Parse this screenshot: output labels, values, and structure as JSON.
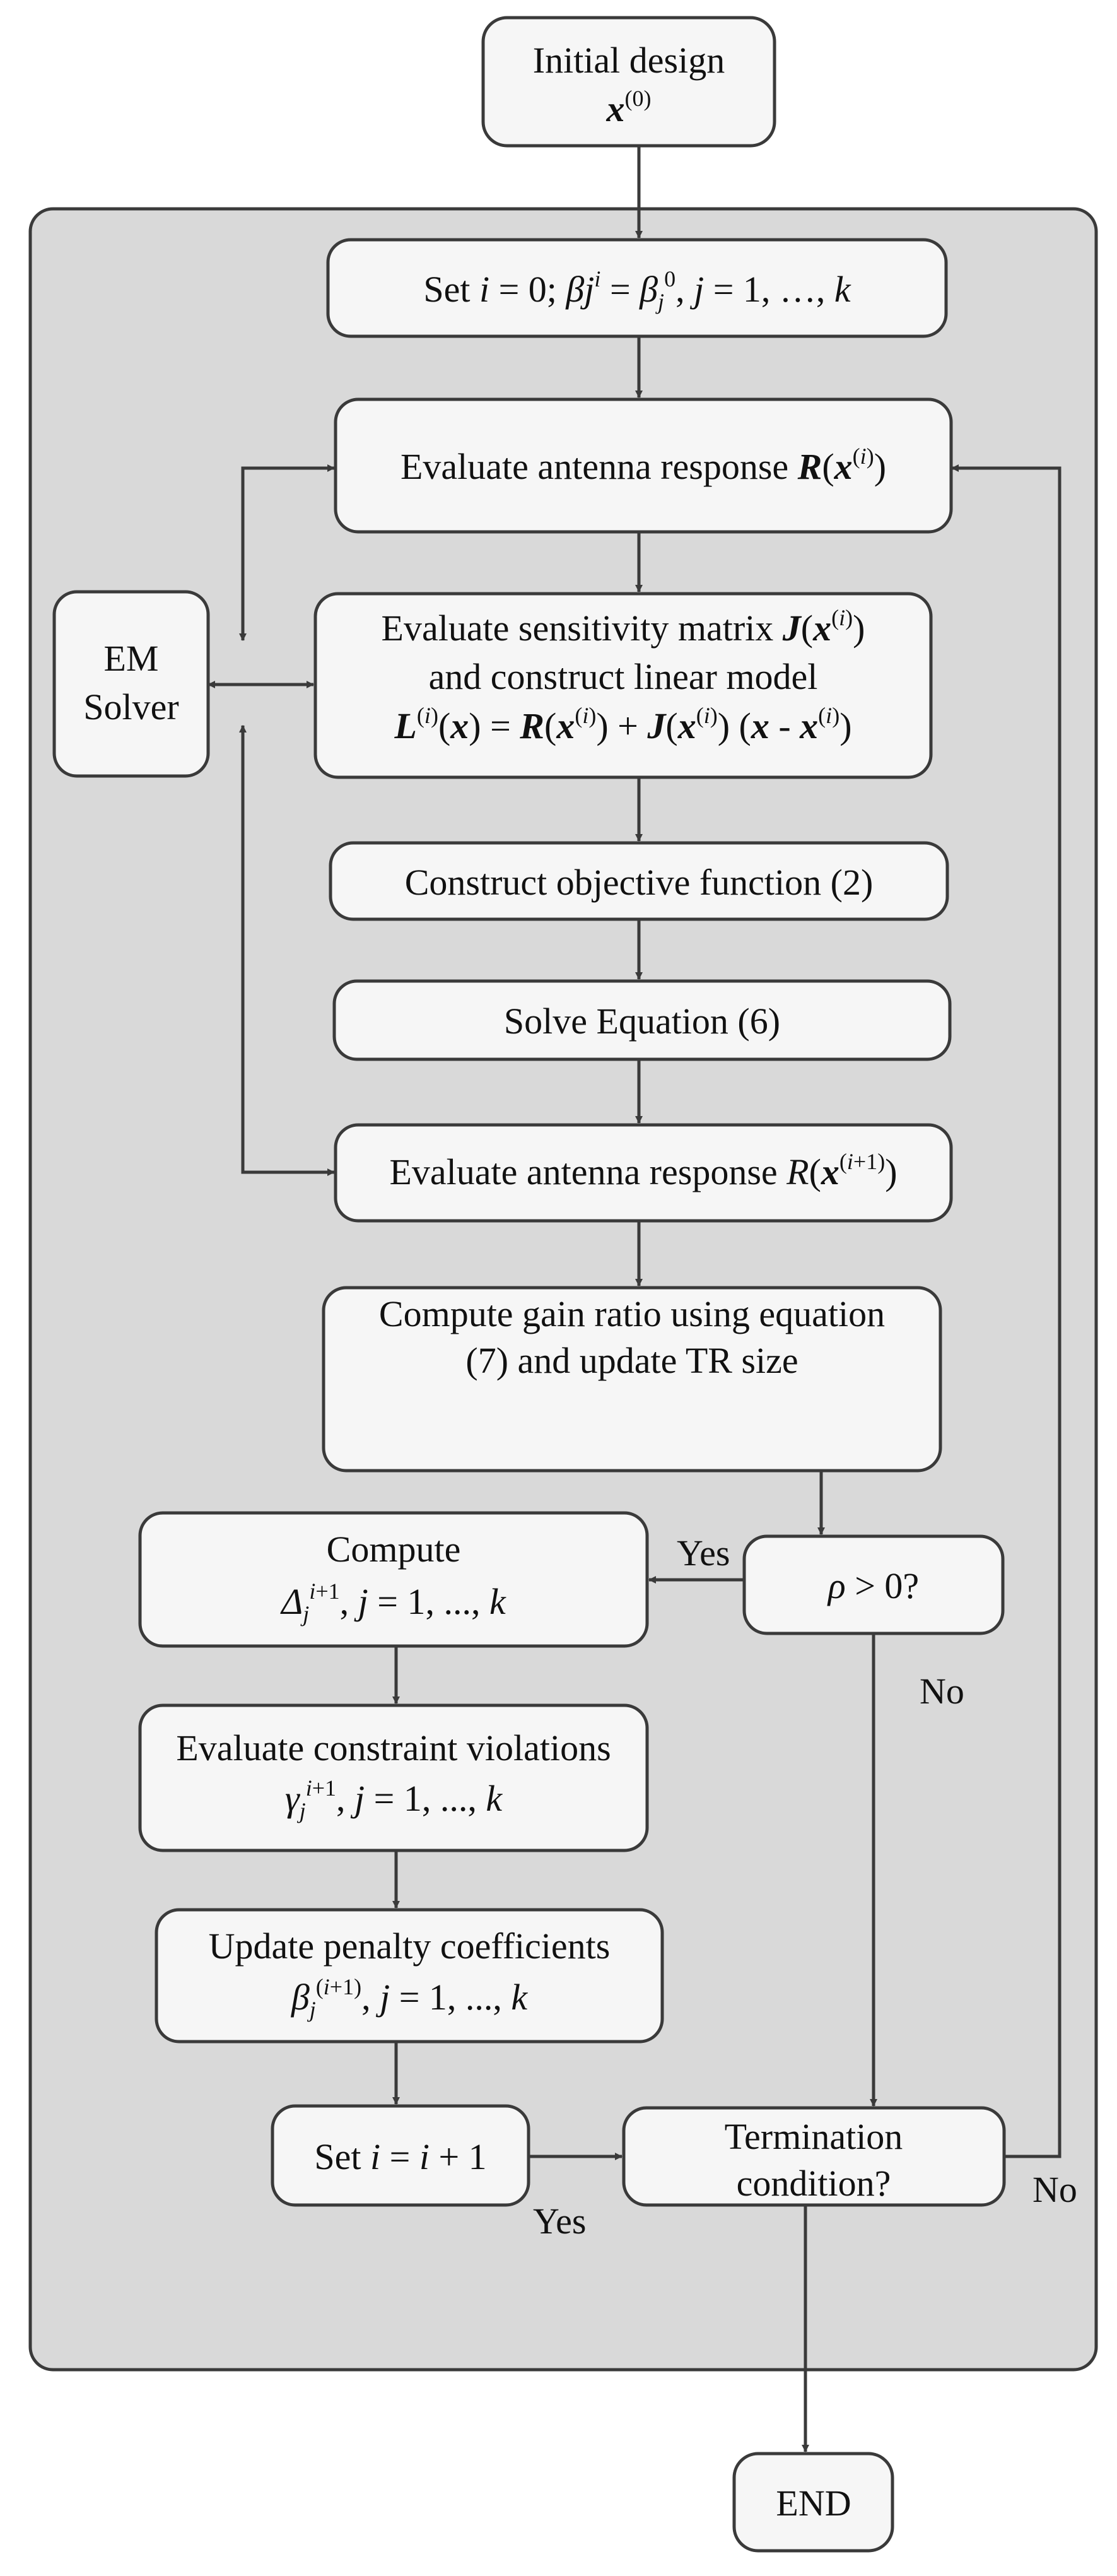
{
  "nodes": {
    "initial": {
      "line1": "Initial design",
      "line2": "x(0)"
    },
    "set_i": {
      "text": "Set i = 0;  βj^i = βj^0, j = 1, …, k"
    },
    "eval_resp": {
      "text": "Evaluate antenna response R(x(i))"
    },
    "em": {
      "line1": "EM",
      "line2": "Solver"
    },
    "sens": {
      "line1": "Evaluate sensitivity matrix J(x(i))",
      "line2": "and construct linear model",
      "line3": "L(i)(x) = R(x(i)) + J(x(i)) (x - x(i))"
    },
    "objective": {
      "text": "Construct objective function (2)"
    },
    "solve": {
      "text": "Solve Equation (6)"
    },
    "eval_resp2": {
      "text": "Evaluate antenna response R(x(i+1))"
    },
    "gain": {
      "line1": "Compute gain ratio  using equation",
      "line2": "(7) and update TR size"
    },
    "rho": {
      "text": "ρ > 0?"
    },
    "compute": {
      "line1": "Compute",
      "line2": "Δj^(i+1), j = 1, ..., k"
    },
    "constraint": {
      "line1": "Evaluate constraint violations",
      "line2": "γj^(i+1), j = 1, ..., k"
    },
    "penalty": {
      "line1": "Update penalty coefficients",
      "line2": "βj^(i+1), j = 1, ..., k"
    },
    "set_inc": {
      "text": "Set i = i + 1"
    },
    "termination": {
      "line1": "Termination",
      "line2": "condition?"
    },
    "end": {
      "text": "END"
    }
  },
  "labels": {
    "yes_rho": "Yes",
    "no_rho": "No",
    "yes_term": "Yes",
    "no_term": "No"
  }
}
